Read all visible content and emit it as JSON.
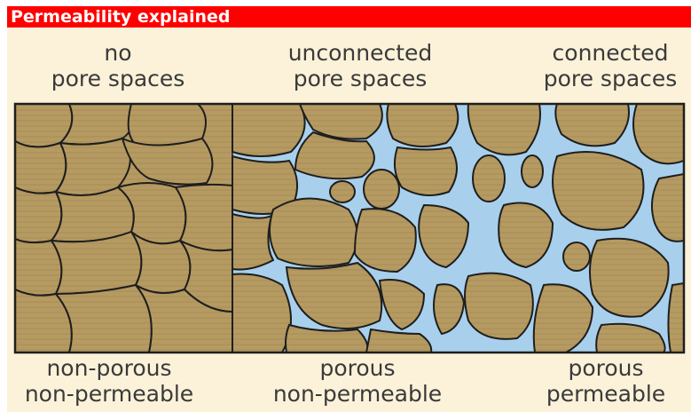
{
  "title": "Permeability explained",
  "top_labels": [
    {
      "line1": "no",
      "line2": "pore spaces"
    },
    {
      "line1": "unconnected",
      "line2": "pore spaces"
    },
    {
      "line1": "connected",
      "line2": "pore spaces"
    }
  ],
  "bottom_labels": [
    {
      "line1": "non-porous",
      "line2": "non-permeable"
    },
    {
      "line1": "porous",
      "line2": "non-permeable"
    },
    {
      "line1": "porous",
      "line2": "permeable"
    }
  ],
  "colors": {
    "title_bar": "#ff0000",
    "title_text": "#ffffff",
    "background": "#fbf2d9",
    "grain": "#b59a62",
    "pore_water": "#a8d0ec",
    "outline": "#1e1e1e",
    "label_text": "#3a3a3a"
  }
}
